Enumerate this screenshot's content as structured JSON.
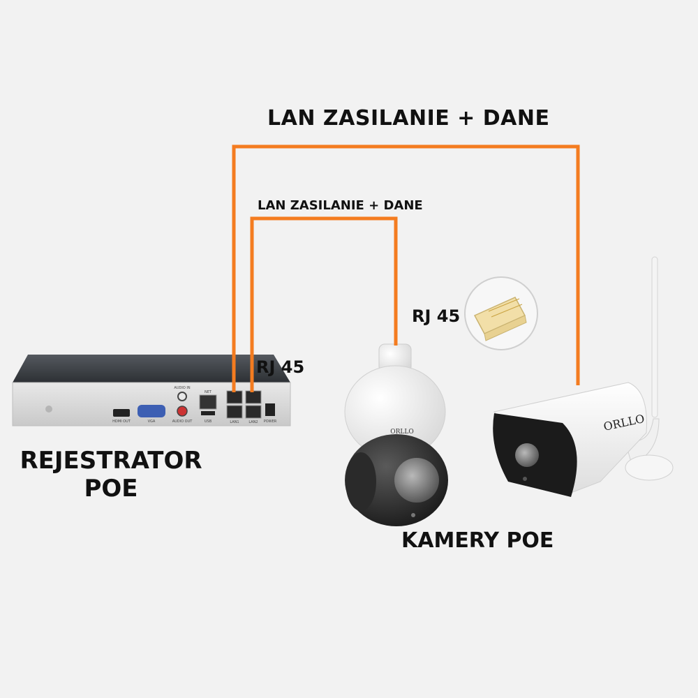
{
  "labels": {
    "cable_long": "LAN ZASILANIE + DANE",
    "cable_short": "LAN ZASILANIE + DANE",
    "rj45_nvr": "RJ 45",
    "rj45_camera": "RJ 45",
    "nvr_line1": "REJESTRATOR",
    "nvr_line2": "POE",
    "cameras": "KAMERY POE"
  },
  "nvr_ports": {
    "hdmi": "HDMI OUT",
    "vga": "VGA",
    "audio_in": "AUDIO IN",
    "audio_out": "AUDIO OUT",
    "net": "NET",
    "usb": "USB",
    "lan1": "LAN1",
    "lan2": "LAN2",
    "power": "POWER"
  },
  "brand": "ORLLO",
  "colors": {
    "cable": "#f47c20",
    "background": "#f2f2f2",
    "nvr_body": "#dcdcdc",
    "nvr_top": "#3a3d42",
    "camera_white": "#fafafa",
    "camera_black": "#1c1c1c"
  }
}
